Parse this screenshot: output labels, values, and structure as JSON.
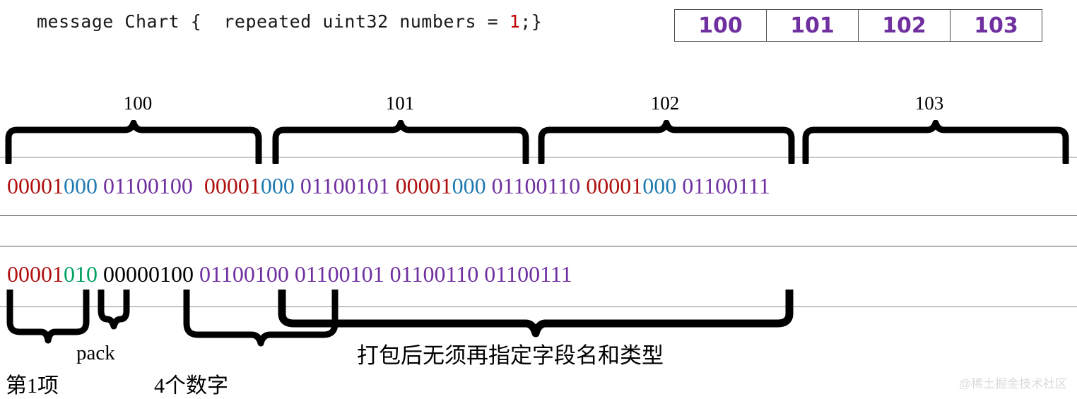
{
  "code": {
    "prefix": "message Chart {  repeated uint32 numbers = ",
    "field_number": "1",
    "suffix": ";}"
  },
  "value_table": {
    "cells": [
      "100",
      "101",
      "102",
      "103"
    ],
    "color": "#7030a0"
  },
  "top_section": {
    "group_labels": [
      "100",
      "101",
      "102",
      "103"
    ],
    "groups": [
      {
        "tag": "00001",
        "wire": "000",
        "payload": "01100100"
      },
      {
        "tag": "00001",
        "wire": "000",
        "payload": "01100101"
      },
      {
        "tag": "00001",
        "wire": "000",
        "payload": "01100110"
      },
      {
        "tag": "00001",
        "wire": "000",
        "payload": "01100111"
      }
    ]
  },
  "bottom_section": {
    "field_tag": "00001",
    "wire_type": "010",
    "length": "00000100",
    "payload_bytes": [
      "01100100",
      "01100101",
      "01100110",
      "01100111"
    ],
    "captions": {
      "item": "第1项",
      "pack": "pack",
      "count": "4个数字",
      "note": "打包后无须再指定字段名和类型"
    }
  },
  "colors": {
    "tag": "#b01010",
    "wire_top": "#1f7ab0",
    "wire_bottom": "#00a060",
    "payload": "#7030a0",
    "length": "#000000"
  },
  "watermark": "@稀土掘金技术社区"
}
